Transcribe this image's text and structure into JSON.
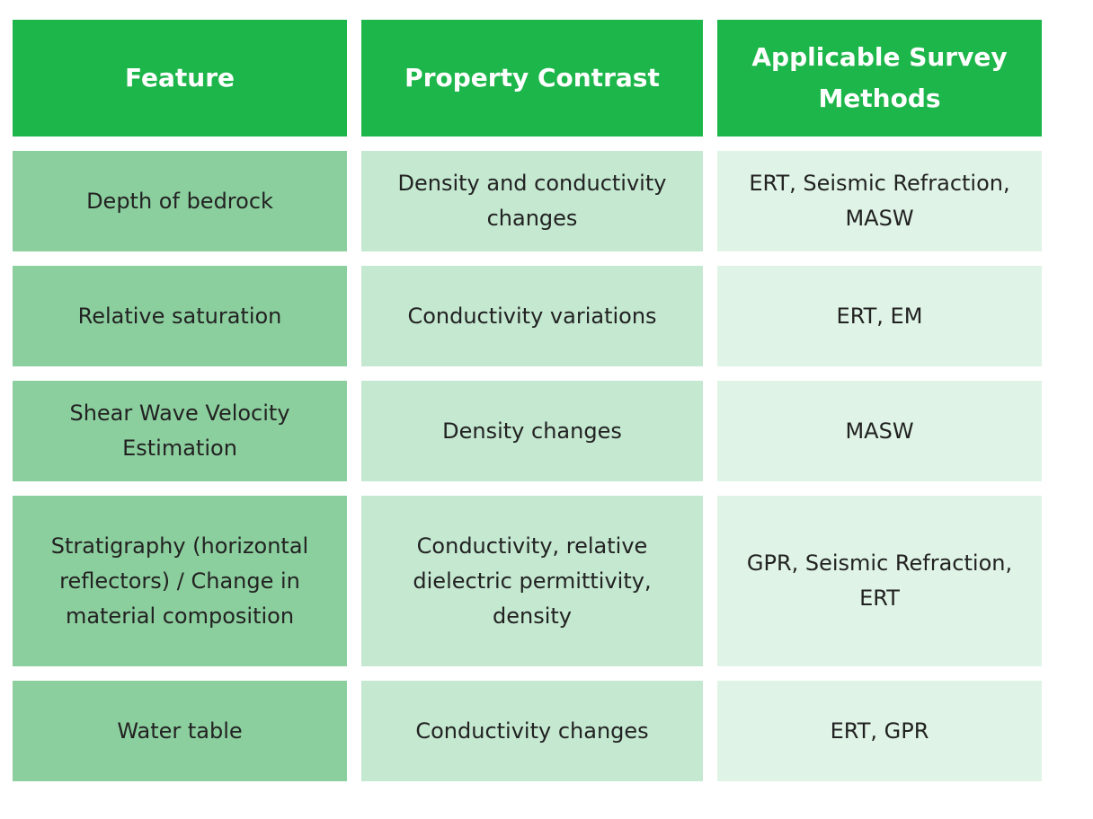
{
  "header": {
    "feature": "Feature",
    "property_contrast": "Property Contrast",
    "methods": "Applicable Survey Methods"
  },
  "rows": [
    {
      "feature": "Depth of bedrock",
      "property_contrast": "Density and conductivity changes",
      "methods": "ERT, Seismic Refraction, MASW"
    },
    {
      "feature": "Relative saturation",
      "property_contrast": "Conductivity variations",
      "methods": "ERT, EM"
    },
    {
      "feature": "Shear Wave Velocity Estimation",
      "property_contrast": "Density changes",
      "methods": "MASW"
    },
    {
      "feature": "Stratigraphy (horizontal reflectors) / Change in material composition",
      "property_contrast": "Conductivity, relative dielectric permittivity, density",
      "methods": "GPR, Seismic Refraction, ERT"
    },
    {
      "feature": "Water table",
      "property_contrast": "Conductivity changes",
      "methods": "ERT, GPR"
    }
  ],
  "colors": {
    "header_bg": "#1db64a",
    "col1_bg": "#8ccf9e",
    "col2_bg": "#c4e8d0",
    "col3_bg": "#dff4e6"
  }
}
